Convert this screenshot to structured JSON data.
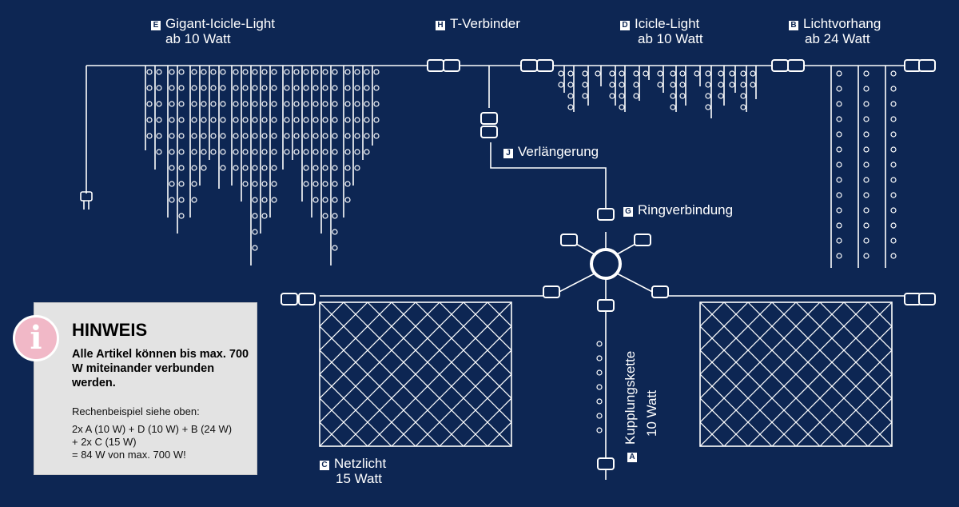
{
  "labels": {
    "E": {
      "badge": "E",
      "line1": "Gigant-Icicle-Light",
      "line2": "ab 10 Watt"
    },
    "H": {
      "badge": "H",
      "line1": "T-Verbinder"
    },
    "D": {
      "badge": "D",
      "line1": "Icicle-Light",
      "line2": "ab 10 Watt"
    },
    "B": {
      "badge": "B",
      "line1": "Lichtvorhang",
      "line2": "ab 24 Watt"
    },
    "J": {
      "badge": "J",
      "line1": "Verlängerung"
    },
    "G": {
      "badge": "G",
      "line1": "Ringverbindung"
    },
    "C": {
      "badge": "C",
      "line1": "Netzlicht",
      "line2": "15 Watt"
    },
    "A": {
      "badge": "A",
      "line1": "Kupplungskette",
      "line2": "10 Watt"
    }
  },
  "note": {
    "icon": "i",
    "title": "HINWEIS",
    "bold_text": "Alle Artikel können bis max. 700 W miteinander verbunden werden.",
    "calc_label": "Rechenbeispiel siehe oben:",
    "calc_lines": [
      "2x A (10 W) + D (10 W) + B (24 W)",
      "+ 2x C (15 W)",
      "= 84 W von max. 700 W!"
    ]
  },
  "colors": {
    "background": "#0d2653",
    "wire": "#ffffff",
    "note_bg": "#e3e3e3",
    "icon_pink": "#f1b8c7"
  }
}
